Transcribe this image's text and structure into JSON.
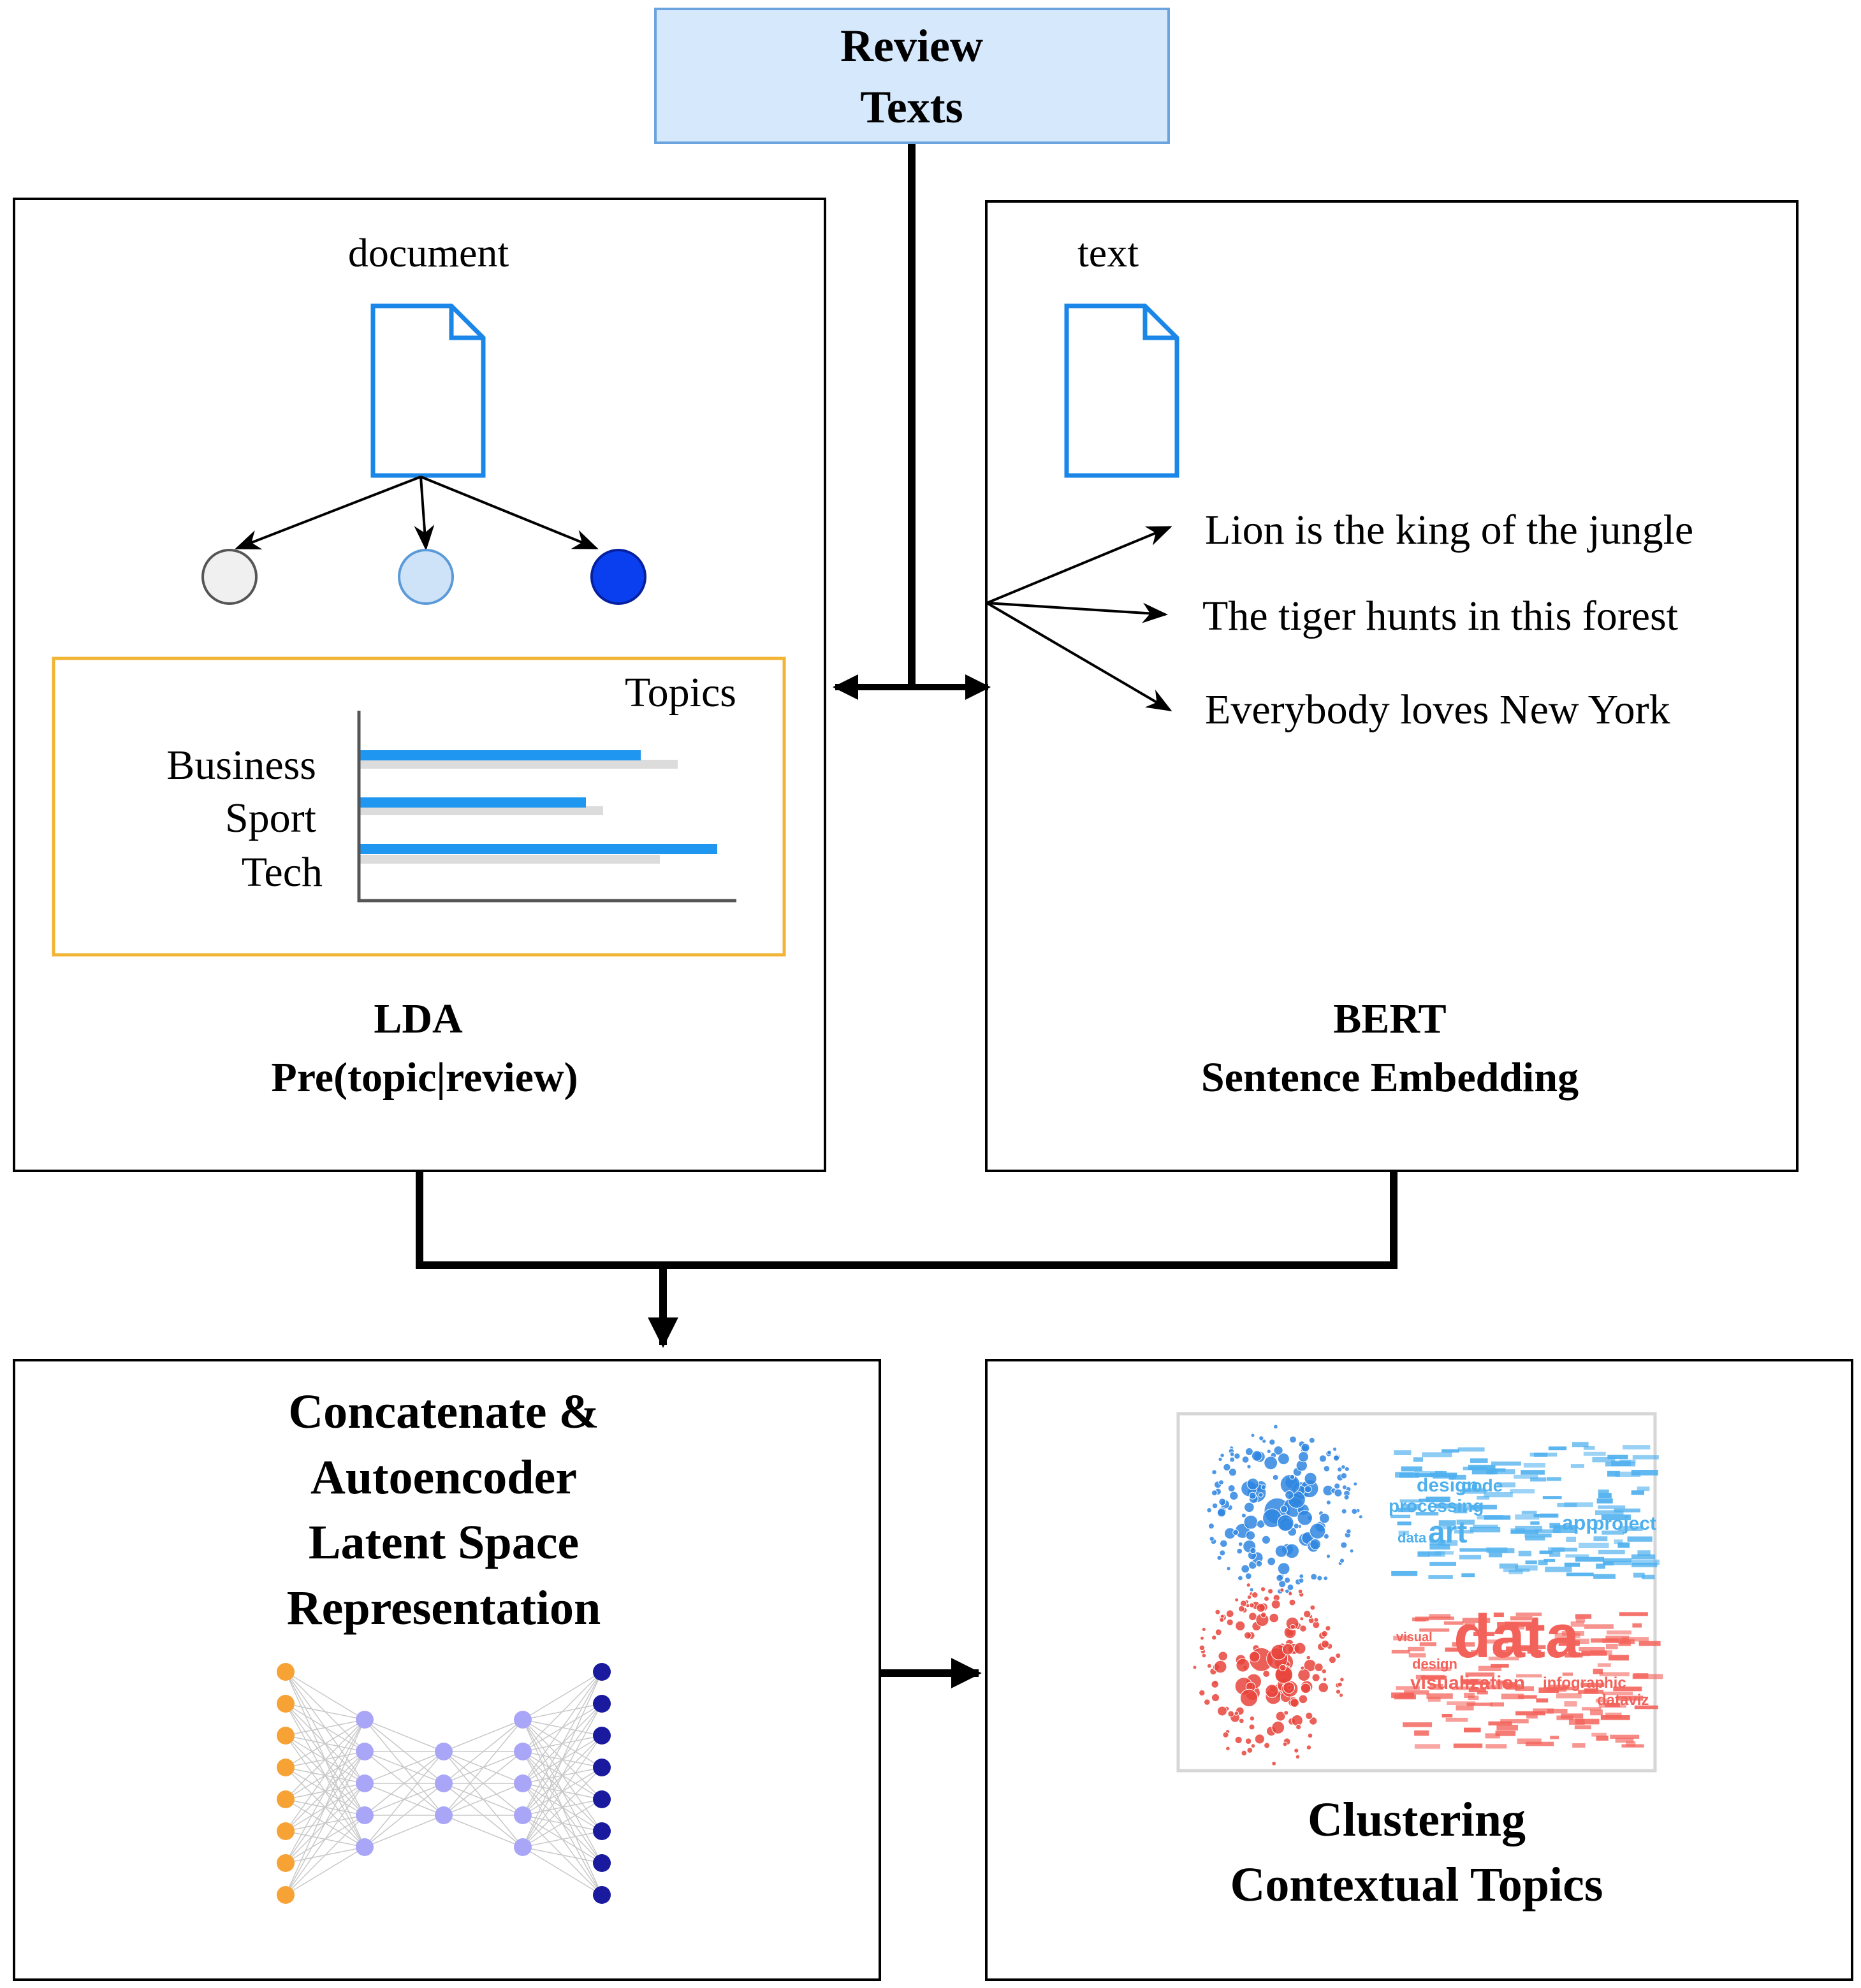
{
  "colors": {
    "input_fill": "#d6e8fb",
    "input_border": "#6aa3dd",
    "doc_icon": "#1a87e8",
    "topic_frame": "#f2b435",
    "bar_blue": "#1f96f0",
    "bar_gray": "#dcdcdc",
    "node_empty": "#f0f0f0",
    "node_light": "#cfe3f8",
    "node_dark": "#0a3ff0",
    "ae_orange": "#f7a235",
    "ae_purple": "#a9a6f7",
    "ae_navy": "#1a1a9e",
    "cluster_blue": "#2f86e0",
    "cluster_red": "#e8443b",
    "word_blue": "#4fb0ee",
    "word_red": "#f3625a"
  },
  "input": {
    "line1": "Review",
    "line2": "Texts"
  },
  "lda": {
    "header": "document",
    "topics_title": "Topics",
    "topic_labels": [
      "Business",
      "Sport",
      "Tech"
    ],
    "title": "LDA",
    "subtitle": "Pre(topic|review)"
  },
  "bert": {
    "header": "text",
    "sentences": [
      "Lion is the king of the jungle",
      "The tiger hunts in this forest",
      "Everybody loves New York"
    ],
    "title": "BERT",
    "subtitle": "Sentence Embedding"
  },
  "autoencoder": {
    "lines": [
      "Concatenate &",
      "Autoencoder",
      "Latent Space",
      "Representation"
    ],
    "layers": [
      {
        "nodes": 8,
        "color": "orange"
      },
      {
        "nodes": 5,
        "color": "purple"
      },
      {
        "nodes": 3,
        "color": "purple"
      },
      {
        "nodes": 5,
        "color": "purple"
      },
      {
        "nodes": 8,
        "color": "navy"
      }
    ]
  },
  "clustering": {
    "title": "Clustering",
    "subtitle": "Contextual Topics",
    "blue_words": [
      "design",
      "code",
      "processing",
      "art",
      "data",
      "app",
      "project"
    ],
    "red_words": [
      "data",
      "design",
      "visualization",
      "infographic",
      "dataviz",
      "visual"
    ]
  }
}
